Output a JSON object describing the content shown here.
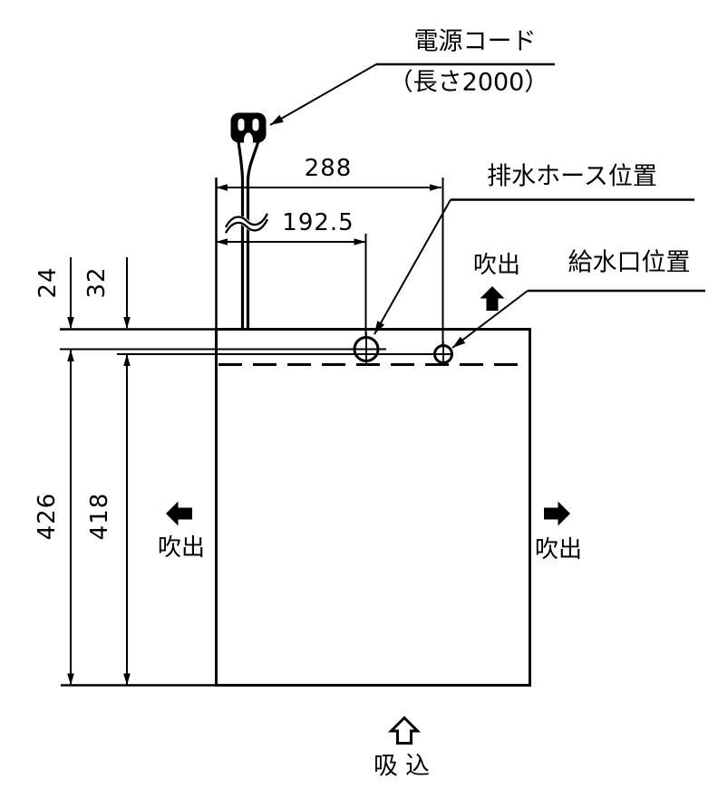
{
  "diagram": {
    "power_cord_label": "電源コード",
    "power_cord_length_label": "（長さ2000）",
    "drain_hose_label": "排水ホース位置",
    "supply_port_label": "給水口位置",
    "airflow": {
      "outlet_top": "吹出",
      "outlet_left": "吹出",
      "outlet_right": "吹出",
      "intake_bottom": "吸込"
    },
    "dimensions": {
      "left_edge_to_supply_port": "288",
      "left_edge_to_drain_hose": "192.5",
      "top_edge_to_drain_line": "24",
      "top_edge_to_supply_line": "32",
      "drain_line_to_bottom": "426",
      "supply_line_to_bottom": "418"
    },
    "colors": {
      "ink": "#000000",
      "background": "#ffffff"
    }
  }
}
